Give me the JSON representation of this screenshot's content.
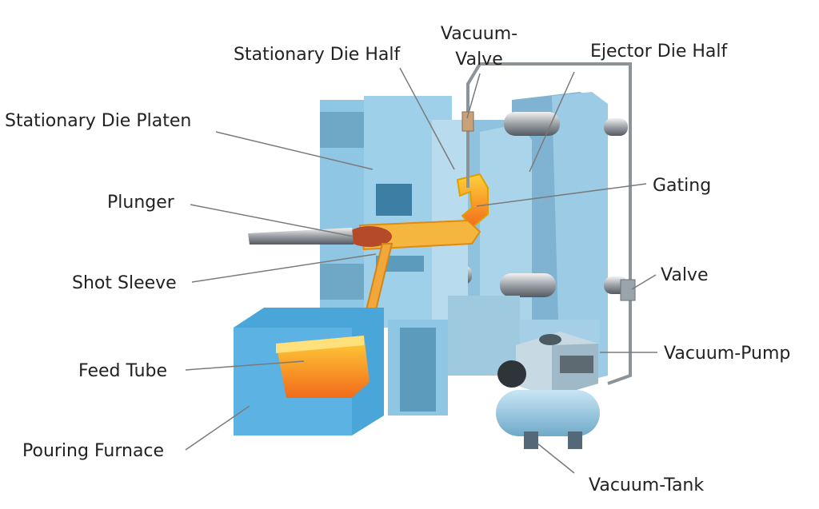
{
  "labels": {
    "stationary_die_half": "Stationary Die Half",
    "vacuum_valve_line1": "Vacuum-",
    "vacuum_valve_line2": "Valve",
    "ejector_die_half": "Ejector Die Half",
    "stationary_die_platen": "Stationary Die Platen",
    "gating": "Gating",
    "plunger": "Plunger",
    "valve": "Valve",
    "shot_sleeve": "Shot Sleeve",
    "vacuum_pump": "Vacuum-Pump",
    "feed_tube": "Feed Tube",
    "pouring_furnace": "Pouring Furnace",
    "vacuum_tank": "Vacuum-Tank"
  },
  "colors": {
    "machine_blue": "#8fc6e4",
    "machine_dark": "#5d9bbd",
    "furnace_blue": "#4aa6d8",
    "molten_orange": "#f58a1f",
    "molten_yellow": "#ffd23a",
    "steel": "#8a8f94",
    "leader_line": "#7a7a7a"
  }
}
